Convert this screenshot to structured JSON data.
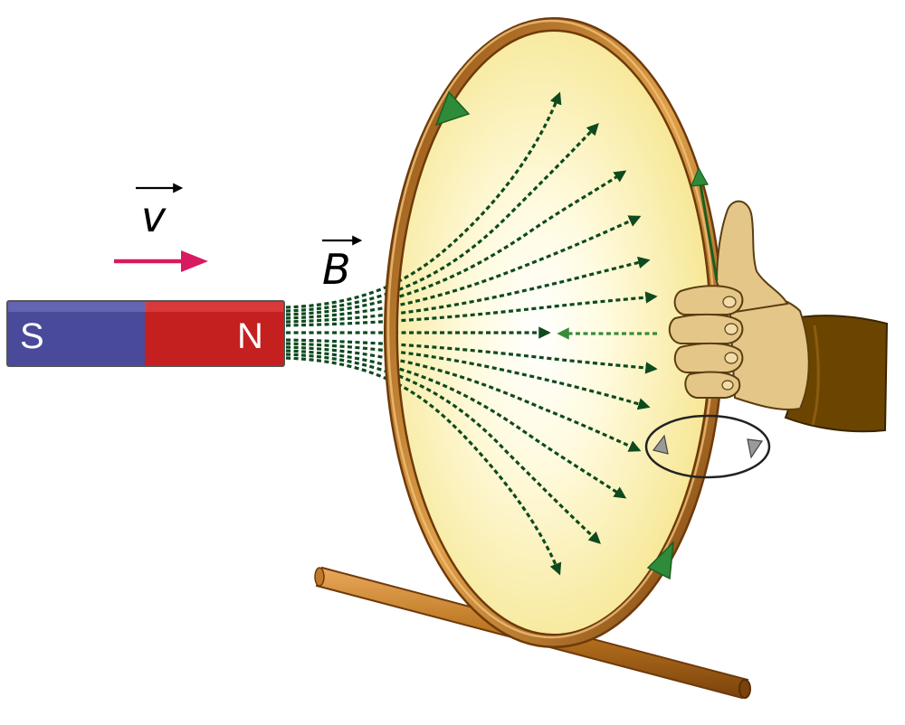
{
  "magnet": {
    "south_label": "S",
    "north_label": "N",
    "south_color": "#4a4a9a",
    "north_color": "#c42020"
  },
  "labels": {
    "velocity": "v",
    "field": "B"
  },
  "colors": {
    "velocity_arrow": "#d81b60",
    "field_lines": "#0e4a1e",
    "induced_field_arrow": "#2e7d32",
    "loop_wire": "#b8731e",
    "loop_fill": "#fbf2a6",
    "current_arrows": "#2e8b3a",
    "hand_skin": "#e4c788",
    "sleeve": "#6b4500",
    "curl_arrows": "#888888"
  },
  "icons": {
    "velocity_arrow": "right-arrow",
    "hand": "right-hand-thumb-up",
    "curl": "circular-arrow"
  }
}
